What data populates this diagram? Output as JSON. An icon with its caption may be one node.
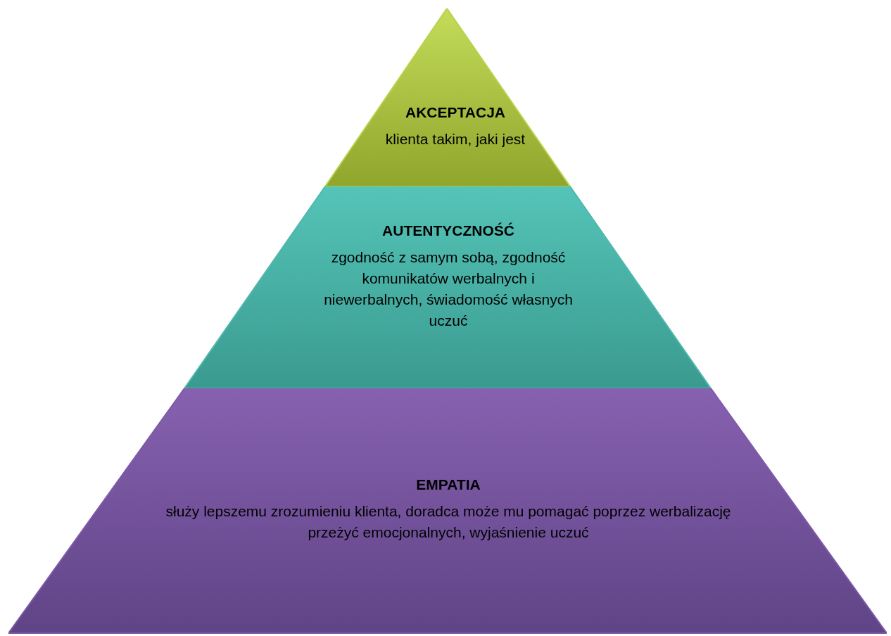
{
  "diagram": {
    "nodes": [
      {
        "text": [
          "AKCEPTACJA",
          "klienta takim, jaki jest"
        ]
      },
      {
        "text": [
          "AUTENTYCZNOŚĆ",
          "zgodność z samym sobą, zgodność komunikatów werbalnych i niewerbalnych, świadomość własnych uczuć"
        ]
      },
      {
        "text": [
          "EMPATIA",
          "służy lepszemu zrozumieniu klienta, doradca może mu pomagać poprzez werbalizację przeżyć emocjonalnych, wyjaśnienie uczuć"
        ]
      }
    ]
  }
}
